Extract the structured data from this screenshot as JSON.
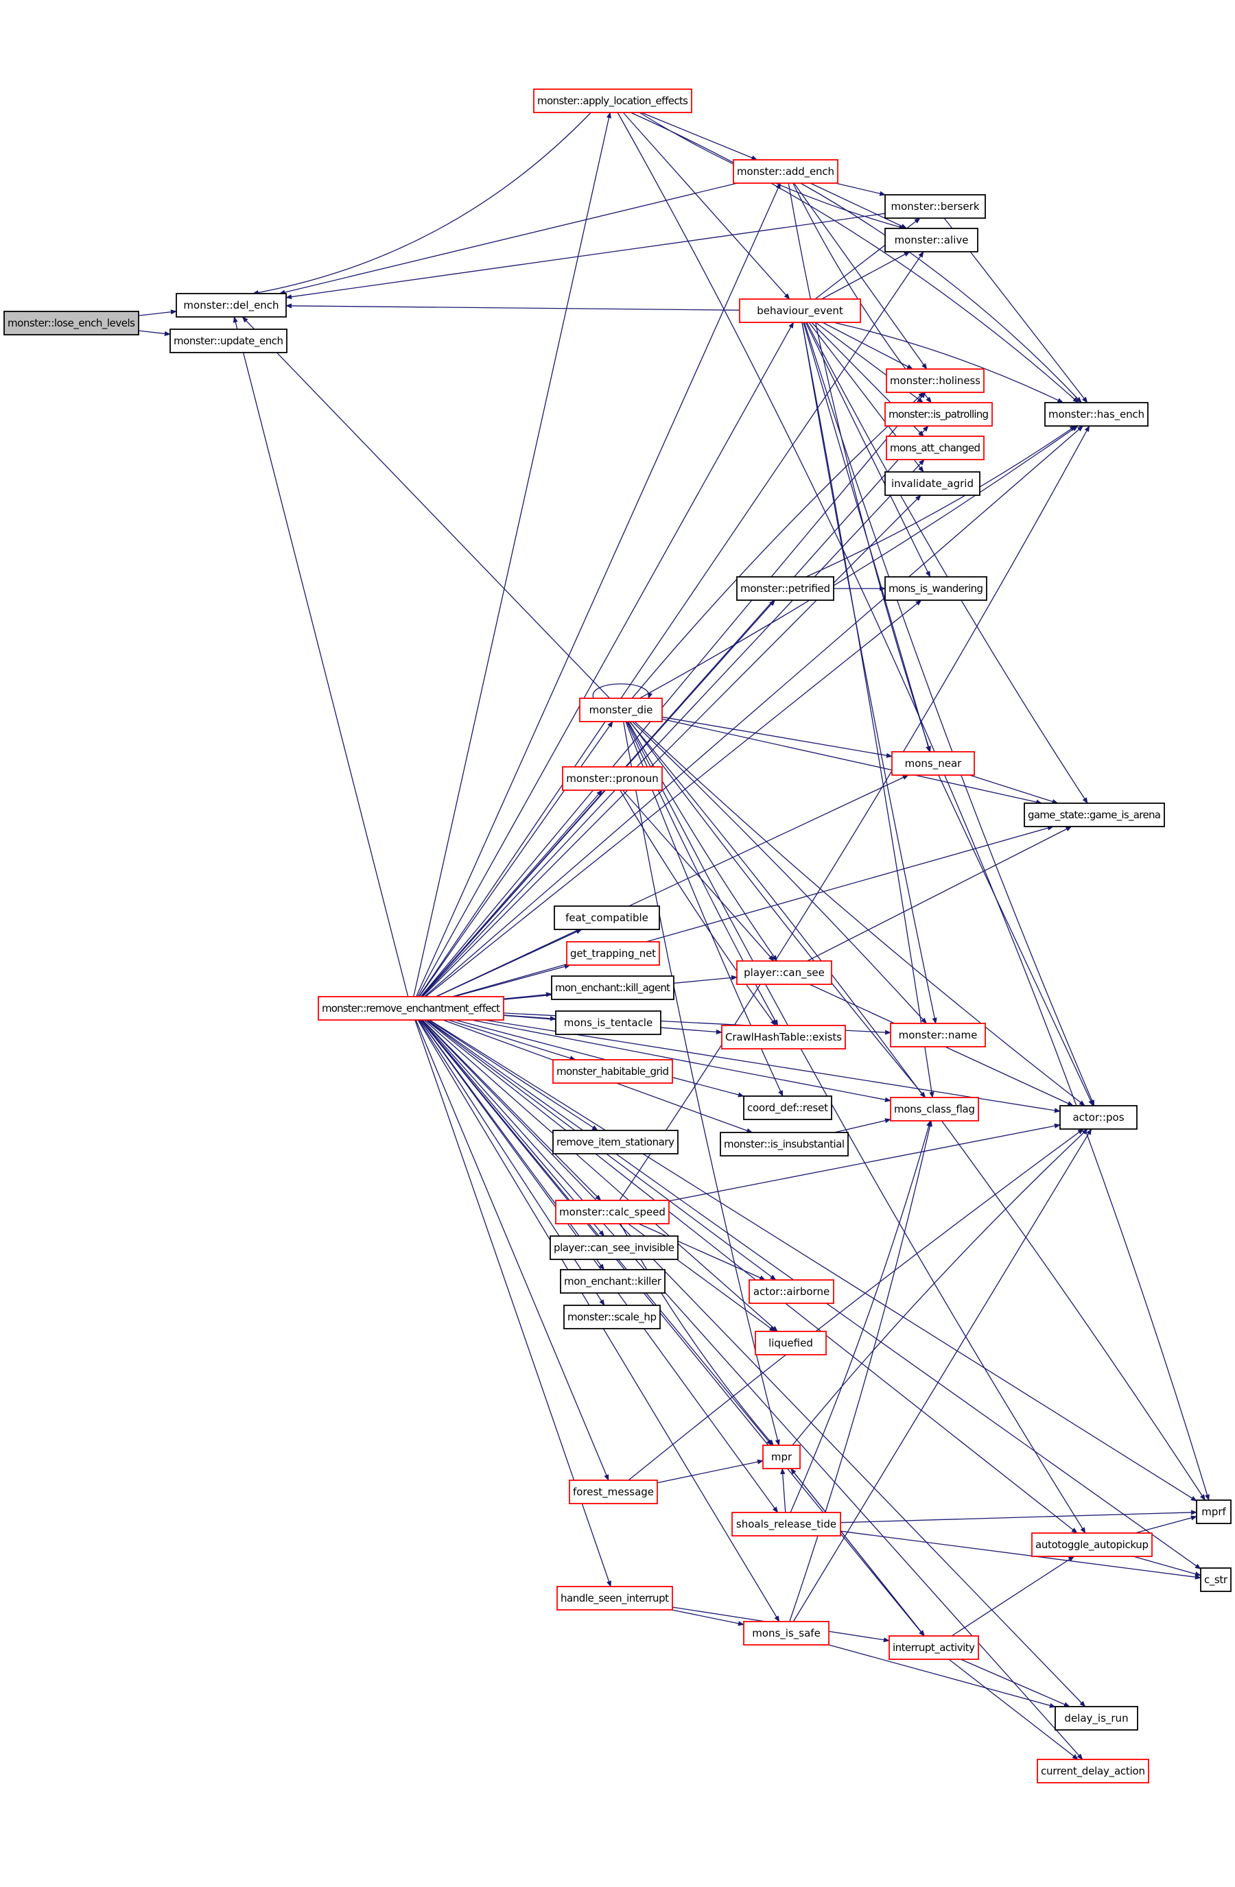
{
  "colors": {
    "edge": "#191970",
    "border_normal": "#000000",
    "border_truncated": "#ff0000",
    "root_fill": "#bfbfbf"
  },
  "nodes": [
    {
      "id": "lose",
      "label": "monster::lose_ench_levels",
      "style": "gray"
    },
    {
      "id": "del_ench",
      "label": "monster::del_ench",
      "style": "black"
    },
    {
      "id": "update_ench",
      "label": "monster::update_ench",
      "style": "black"
    },
    {
      "id": "apply_loc",
      "label": "monster::apply_location_effects",
      "style": "red"
    },
    {
      "id": "add_ench",
      "label": "monster::add_ench",
      "style": "red"
    },
    {
      "id": "berserk",
      "label": "monster::berserk",
      "style": "black"
    },
    {
      "id": "alive",
      "label": "monster::alive",
      "style": "black"
    },
    {
      "id": "behaviour",
      "label": "behaviour_event",
      "style": "red"
    },
    {
      "id": "holiness",
      "label": "monster::holiness",
      "style": "red"
    },
    {
      "id": "has_ench",
      "label": "monster::has_ench",
      "style": "black"
    },
    {
      "id": "patrolling",
      "label": "monster::is_patrolling",
      "style": "red"
    },
    {
      "id": "att_changed",
      "label": "mons_att_changed",
      "style": "red"
    },
    {
      "id": "agrid",
      "label": "invalidate_agrid",
      "style": "black"
    },
    {
      "id": "petrified",
      "label": "monster::petrified",
      "style": "black"
    },
    {
      "id": "wandering",
      "label": "mons_is_wandering",
      "style": "black"
    },
    {
      "id": "monster_die",
      "label": "monster_die",
      "style": "red"
    },
    {
      "id": "pronoun",
      "label": "monster::pronoun",
      "style": "red"
    },
    {
      "id": "mons_near",
      "label": "mons_near",
      "style": "red"
    },
    {
      "id": "arena",
      "label": "game_state::game_is_arena",
      "style": "black"
    },
    {
      "id": "feat",
      "label": "feat_compatible",
      "style": "black"
    },
    {
      "id": "trap_net",
      "label": "get_trapping_net",
      "style": "red"
    },
    {
      "id": "kill_agent",
      "label": "mon_enchant::kill_agent",
      "style": "black"
    },
    {
      "id": "rem_effect",
      "label": "monster::remove_enchantment_effect",
      "style": "red"
    },
    {
      "id": "tentacle",
      "label": "mons_is_tentacle",
      "style": "black"
    },
    {
      "id": "can_see",
      "label": "player::can_see",
      "style": "red"
    },
    {
      "id": "mname",
      "label": "monster::name",
      "style": "red"
    },
    {
      "id": "habitable",
      "label": "monster_habitable_grid",
      "style": "red"
    },
    {
      "id": "hash_exists",
      "label": "CrawlHashTable::exists",
      "style": "red"
    },
    {
      "id": "coord_reset",
      "label": "coord_def::reset",
      "style": "black"
    },
    {
      "id": "class_flag",
      "label": "mons_class_flag",
      "style": "red"
    },
    {
      "id": "actor_pos",
      "label": "actor::pos",
      "style": "black"
    },
    {
      "id": "rem_item",
      "label": "remove_item_stationary",
      "style": "black"
    },
    {
      "id": "insubst",
      "label": "monster::is_insubstantial",
      "style": "black"
    },
    {
      "id": "calc_speed",
      "label": "monster::calc_speed",
      "style": "red"
    },
    {
      "id": "see_invis",
      "label": "player::can_see_invisible",
      "style": "black"
    },
    {
      "id": "killer",
      "label": "mon_enchant::killer",
      "style": "black"
    },
    {
      "id": "airborne",
      "label": "actor::airborne",
      "style": "red"
    },
    {
      "id": "scale_hp",
      "label": "monster::scale_hp",
      "style": "black"
    },
    {
      "id": "liquefied",
      "label": "liquefied",
      "style": "red"
    },
    {
      "id": "mpr",
      "label": "mpr",
      "style": "red"
    },
    {
      "id": "forest",
      "label": "forest_message",
      "style": "red"
    },
    {
      "id": "shoals",
      "label": "shoals_release_tide",
      "style": "red"
    },
    {
      "id": "mprf",
      "label": "mprf",
      "style": "black"
    },
    {
      "id": "autopickup",
      "label": "autotoggle_autopickup",
      "style": "red"
    },
    {
      "id": "c_str",
      "label": "c_str",
      "style": "black"
    },
    {
      "id": "seen_int",
      "label": "handle_seen_interrupt",
      "style": "red"
    },
    {
      "id": "is_safe",
      "label": "mons_is_safe",
      "style": "red"
    },
    {
      "id": "int_act",
      "label": "interrupt_activity",
      "style": "red"
    },
    {
      "id": "delay_run",
      "label": "delay_is_run",
      "style": "black"
    },
    {
      "id": "cur_delay",
      "label": "current_delay_action",
      "style": "red"
    }
  ]
}
